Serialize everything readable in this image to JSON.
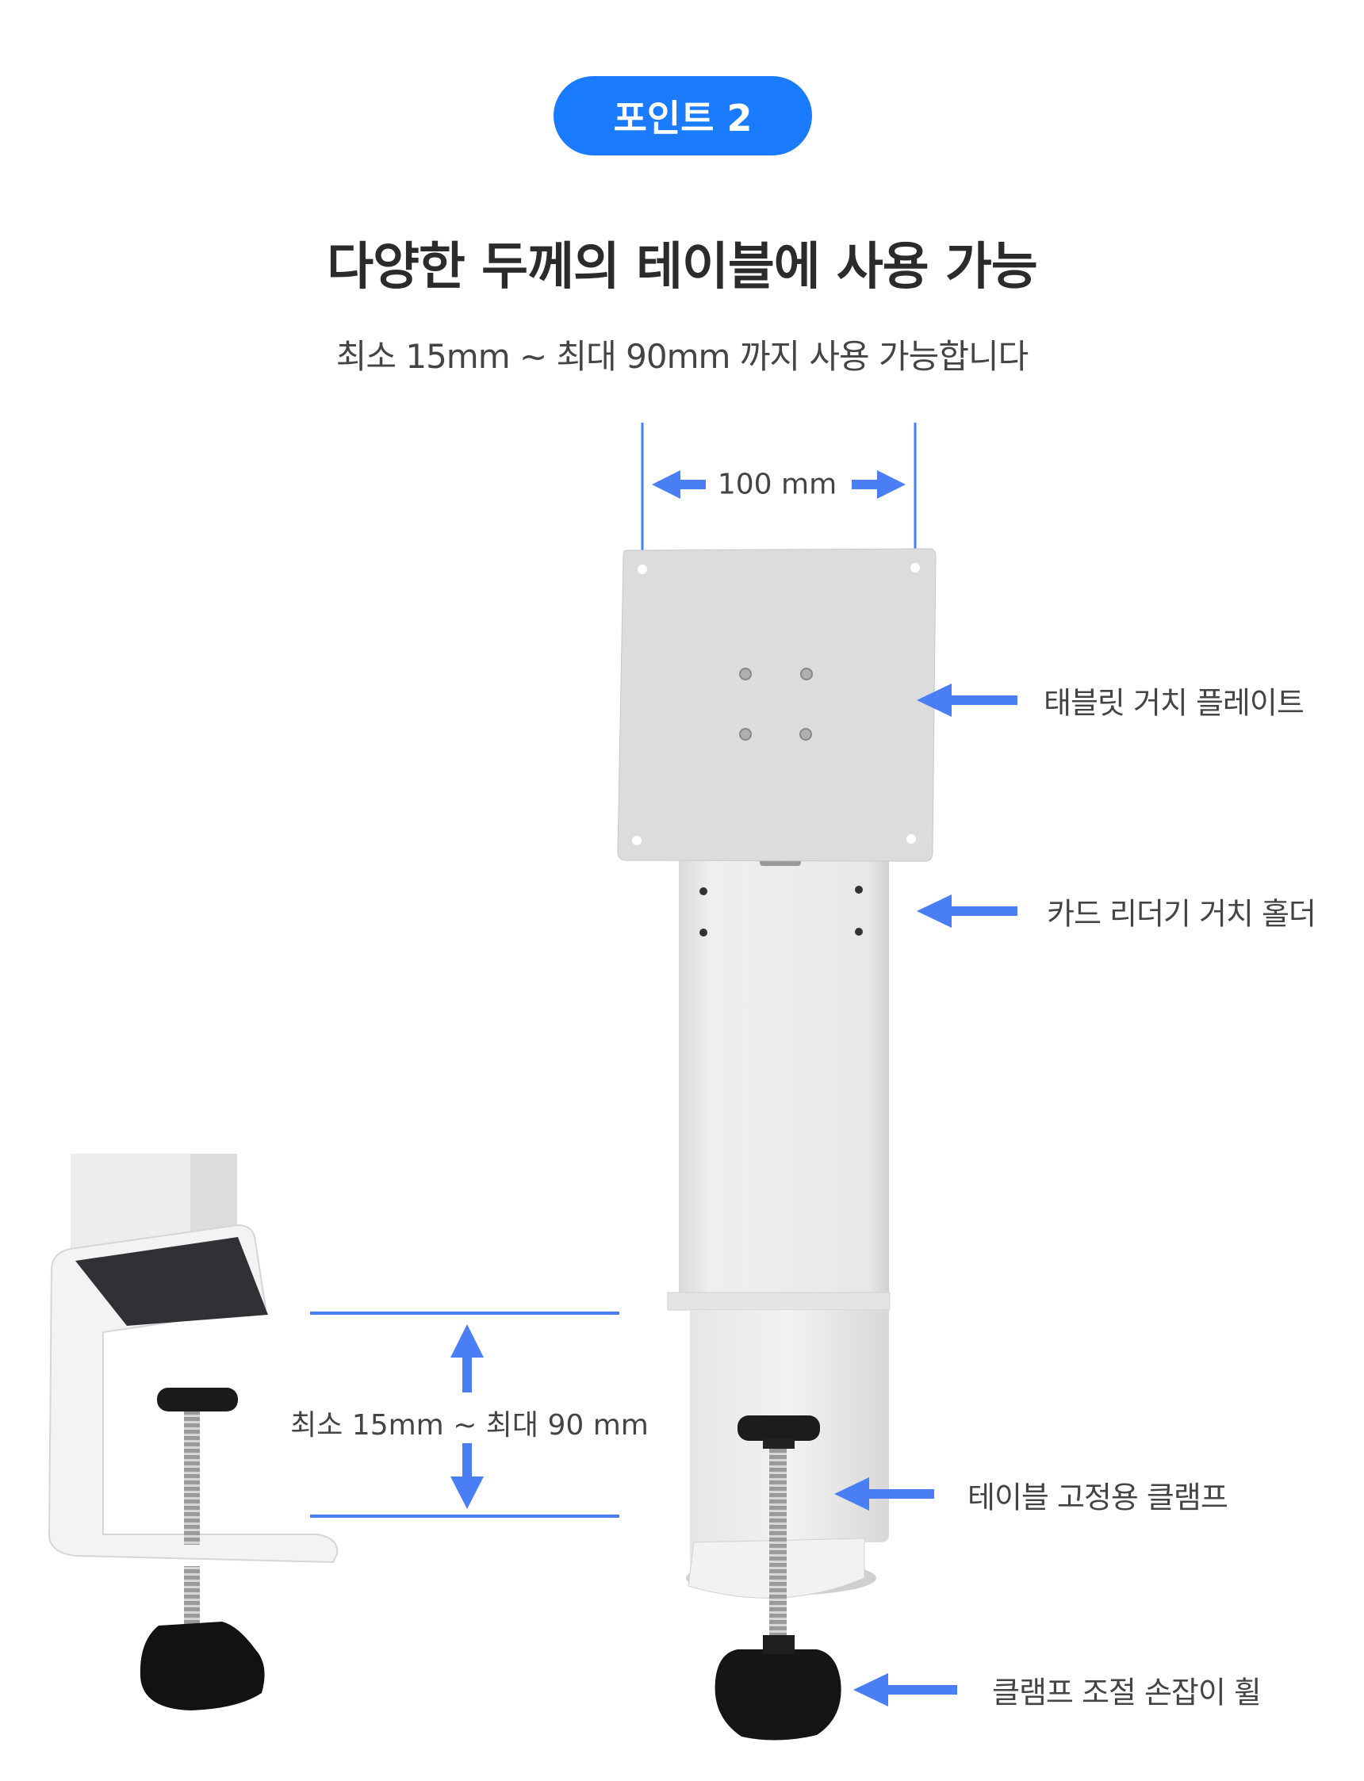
{
  "badge": {
    "label": "포인트 2",
    "color": "#1a7bff"
  },
  "heading": {
    "title": "다양한 두께의 테이블에 사용 가능",
    "subtitle": "최소 15mm ~ 최대 90mm 까지 사용 가능합니다"
  },
  "dimensions": {
    "plate_width": "100 mm",
    "table_thickness": "최소 15mm  ~ 최대 90 mm"
  },
  "callouts": [
    {
      "label": "태블릿 거치 플레이트"
    },
    {
      "label": "카드 리더기 거치 홀더"
    },
    {
      "label": "테이블 고정용 클램프"
    },
    {
      "label": "클램프 조절 손잡이 휠"
    }
  ],
  "colors": {
    "arrow": "#4a7ef5",
    "text": "#444444"
  }
}
